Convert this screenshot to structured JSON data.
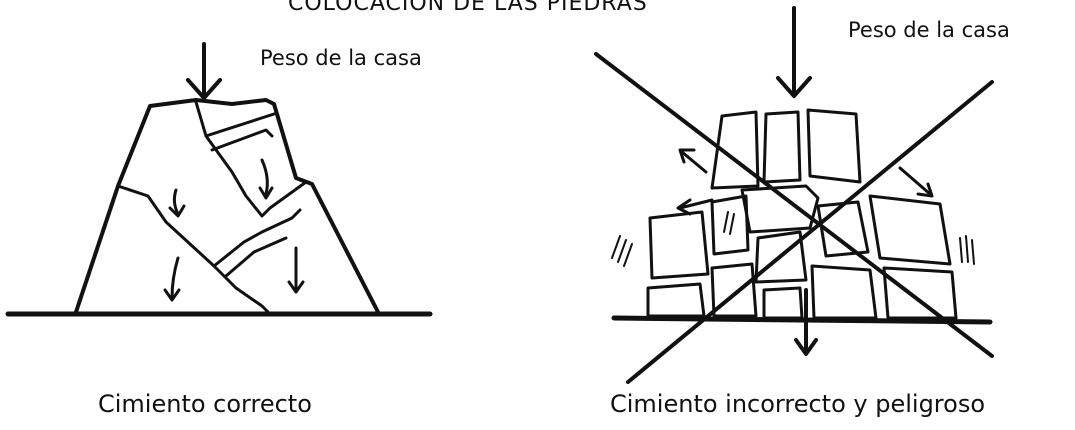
{
  "title": "COLOCACION DE LAS PIEDRAS",
  "left_panel": {
    "weight_label": "Peso de la casa",
    "caption": "Cimiento correcto"
  },
  "right_panel": {
    "weight_label": "Peso de la casa",
    "caption": "Cimiento incorrecto y peligroso"
  },
  "colors": {
    "ink": "#111111",
    "background": "#ffffff"
  }
}
